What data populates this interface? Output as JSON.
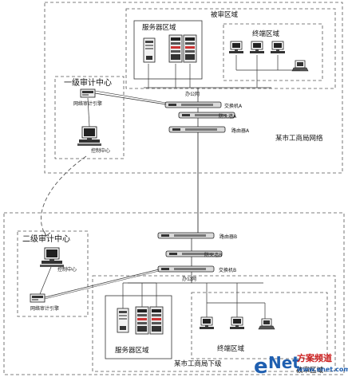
{
  "upper": {
    "audited_zone": "被审区域",
    "server_zone": "服务器区域",
    "terminal_zone": "终端区域",
    "office_net": "办公网",
    "switch": "交换机A",
    "firewall": "防火墙A",
    "router": "路由器A",
    "network_name": "某市工商局网络"
  },
  "audit1": {
    "title": "一级审计中心",
    "engine": "网络审计引擎",
    "console": "控制中心"
  },
  "lower": {
    "router": "路由器B",
    "firewall": "防火墙B",
    "switch": "交换机B",
    "office_net": "办公网",
    "server_zone": "服务器区域",
    "terminal_zone": "终端区域",
    "audited_zone": "被审区域",
    "network_name": "某市工商局下级"
  },
  "audit2": {
    "title": "二级审计中心",
    "console": "控制中心",
    "engine": "网络审计引擎"
  },
  "watermark": {
    "brand_e": "e",
    "brand_net": "Net",
    "brand_cn": "方案频道",
    "url": "www.enet.com.cn"
  },
  "colors": {
    "line": "#333333",
    "dash": "#555555",
    "watermark_blue": "#1f5fb0",
    "watermark_red": "#cc2222"
  }
}
